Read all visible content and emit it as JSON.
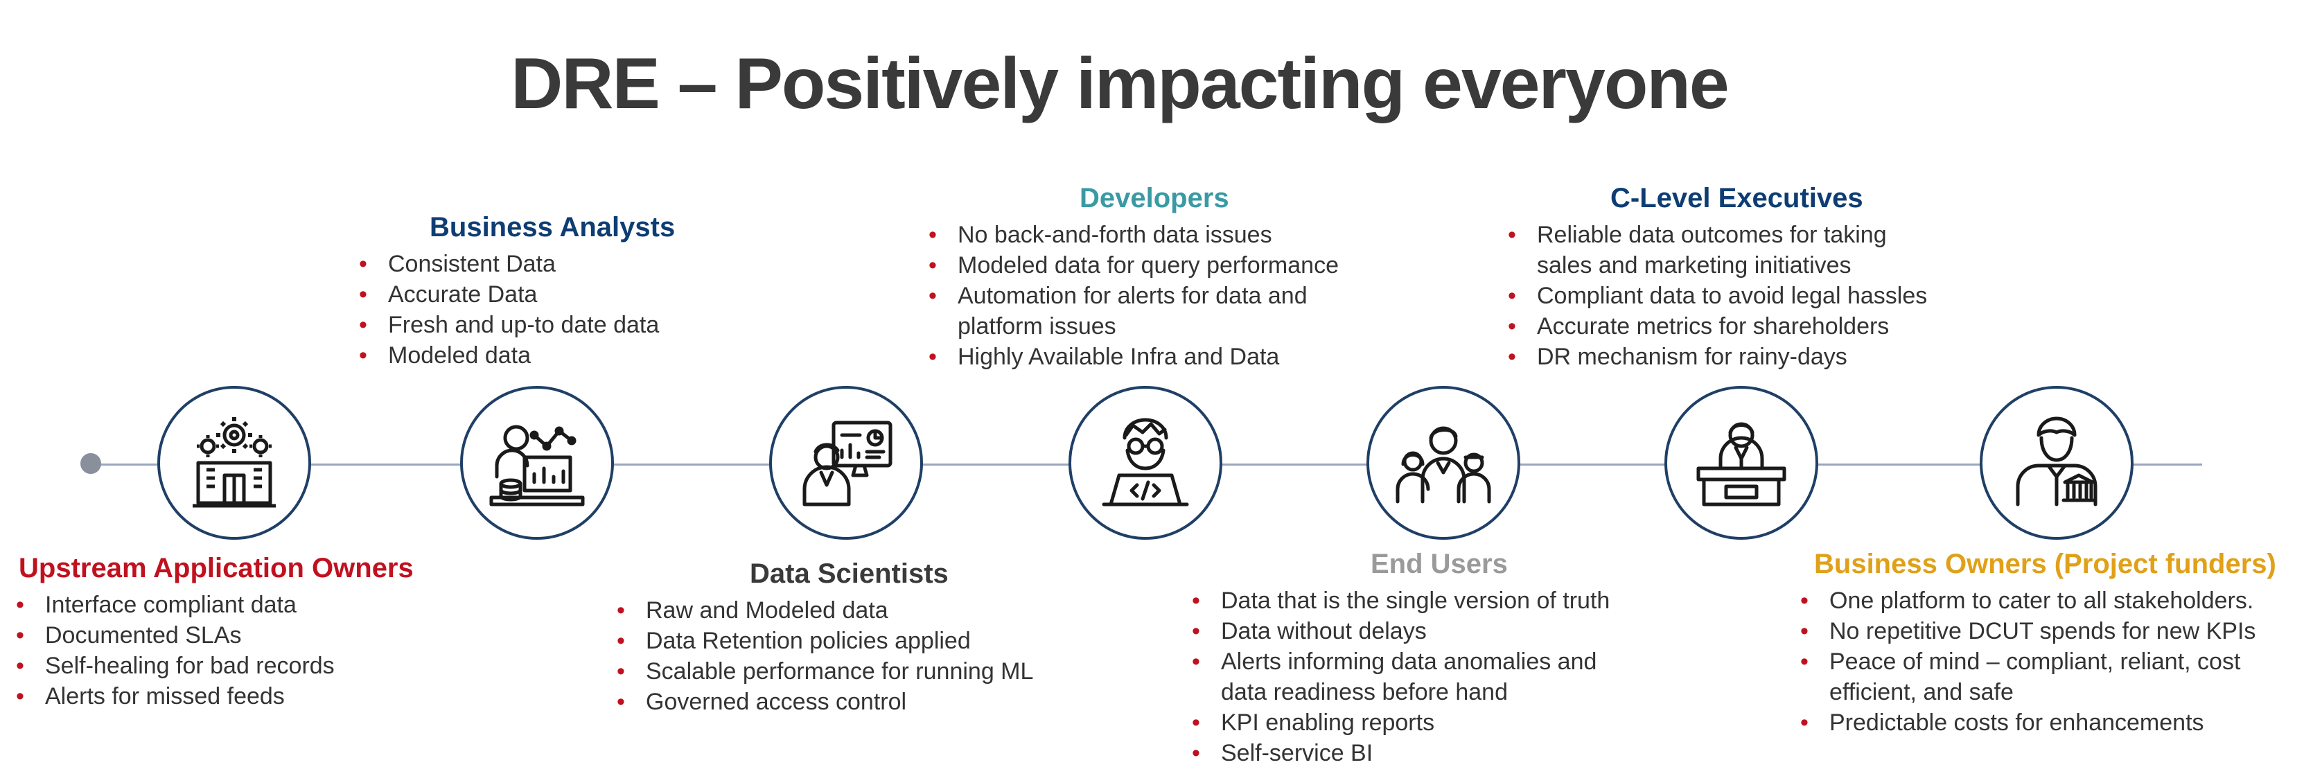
{
  "title": "DRE – Positively impacting everyone",
  "colors": {
    "red": "#c0111f",
    "navy": "#0e3d73",
    "dark": "#3a3a3a",
    "teal": "#3a9aa3",
    "gray": "#9a9a9a",
    "gold": "#e0a018",
    "bullet": "#c0111f",
    "node_border": "#1f3f66"
  },
  "groups": [
    {
      "heading": "Upstream Application Owners",
      "icon": "factory-gears-icon",
      "items": [
        "Interface compliant data",
        "Documented SLAs",
        "Self-healing for bad records",
        "Alerts for missed feeds"
      ]
    },
    {
      "heading": "Business Analysts",
      "icon": "analyst-chart-icon",
      "items": [
        "Consistent Data",
        "Accurate Data",
        "Fresh and up-to date data",
        "Modeled data"
      ]
    },
    {
      "heading": "Data Scientists",
      "icon": "scientist-screen-icon",
      "items": [
        "Raw and Modeled data",
        "Data Retention policies applied",
        "Scalable performance for running ML",
        "Governed access control"
      ]
    },
    {
      "heading": "Developers",
      "icon": "developer-laptop-icon",
      "items": [
        "No back-and-forth data issues",
        "Modeled data for query performance",
        "Automation for alerts for data and",
        "platform issues",
        "Highly Available Infra and Data"
      ]
    },
    {
      "heading": "End Users",
      "icon": "users-group-icon",
      "items": [
        "Data that is the single version of truth",
        "Data without delays",
        "Alerts informing data anomalies and",
        "data readiness before hand",
        "KPI enabling reports",
        "Self-service BI"
      ]
    },
    {
      "heading": "C-Level Executives",
      "icon": "executive-desk-icon",
      "items": [
        "Reliable data outcomes for taking",
        "sales and marketing initiatives",
        "Compliant data to avoid legal hassles",
        "Accurate metrics for shareholders",
        "DR mechanism for rainy-days"
      ]
    },
    {
      "heading": "Business Owners (Project funders)",
      "icon": "owner-bank-icon",
      "items": [
        "One platform to cater to all stakeholders.",
        "No repetitive DCUT spends for new KPIs",
        "Peace of mind – compliant, reliant, cost",
        "efficient, and safe",
        "Predictable costs for enhancements"
      ]
    }
  ]
}
